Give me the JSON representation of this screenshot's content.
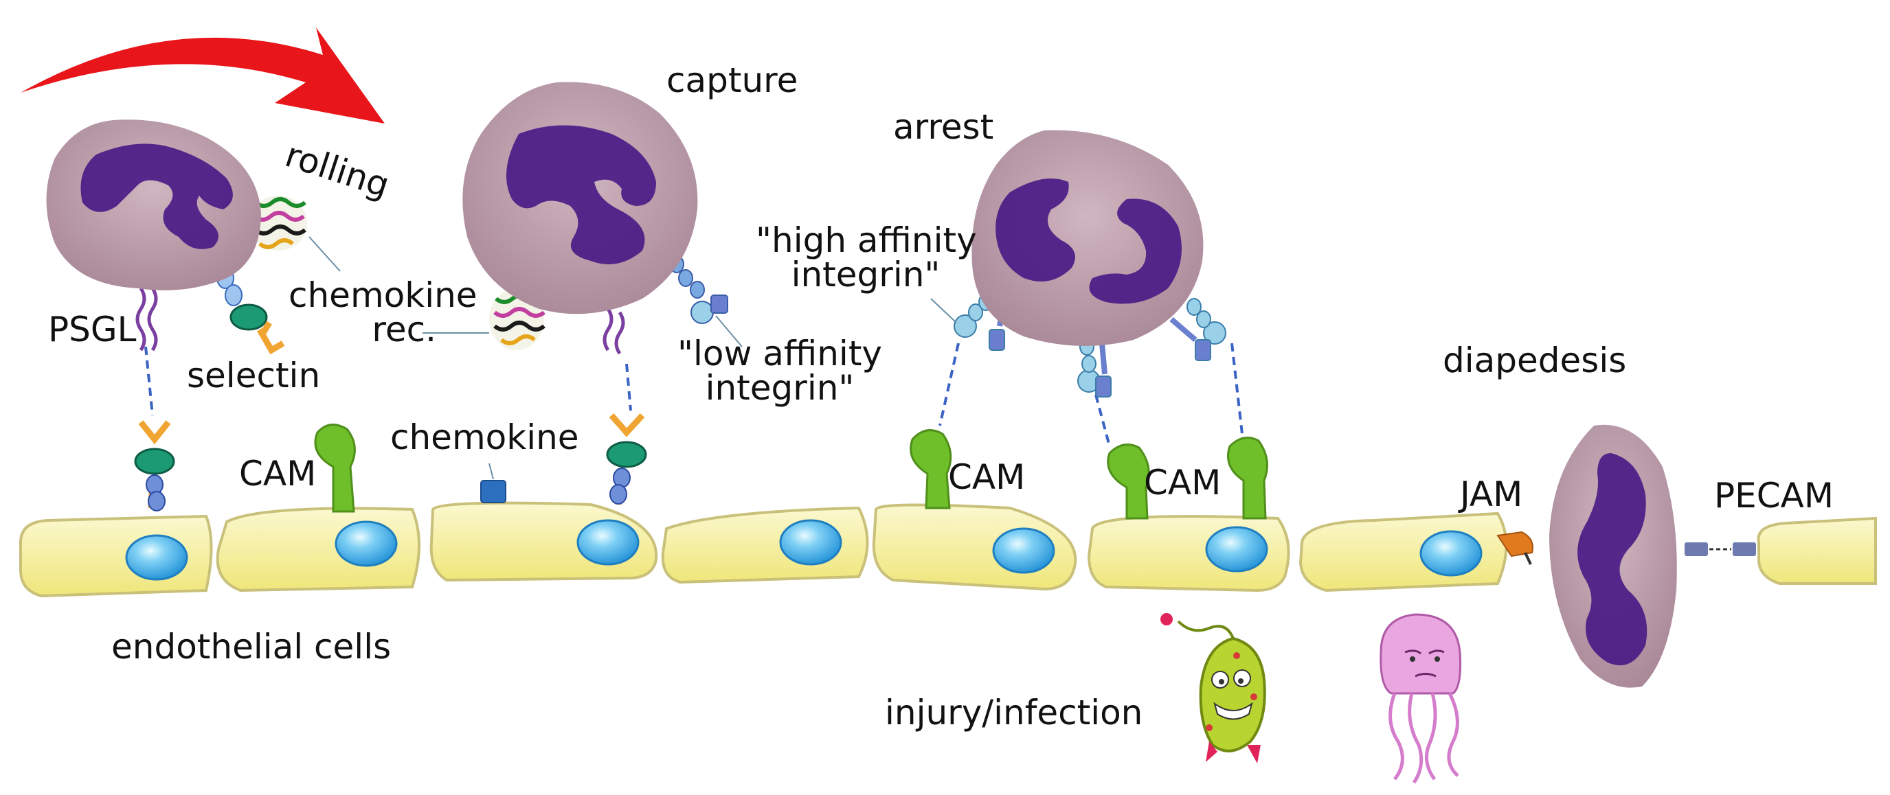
{
  "labels": {
    "rolling": "rolling",
    "capture": "capture",
    "arrest": "arrest",
    "psgl": "PSGL",
    "selectin": "selectin",
    "chemokine_rec_line1": "chemokine",
    "chemokine_rec_line2": "rec.",
    "low_affinity_line1": "\"low affinity",
    "low_affinity_line2": "integrin\"",
    "high_affinity_line1": "\"high affinity",
    "high_affinity_line2": "integrin\"",
    "cam_1": "CAM",
    "cam_2": "CAM",
    "cam_3": "CAM",
    "chemokine": "chemokine",
    "diapedesis": "diapedesis",
    "jam": "JAM",
    "pecam": "PECAM",
    "endothelial_cells": "endothelial cells",
    "injury_infection": "injury/infection"
  },
  "colors": {
    "arrow": "#e8161b",
    "leukocyte": "#b99aa8",
    "nucleus": "#4b1b86",
    "endothelial": "#f5ef9c",
    "endothelial_border": "#b9b26a",
    "endothelial_nucleus": "#3aa6e8",
    "cam": "#6fbf2a",
    "selectin": "#f0a532",
    "psgl": "#7a3fa0",
    "integrin": "#5aa9cf",
    "jam": "#e07a1f",
    "pecam": "#6c7ab0",
    "bacterium": "#b8d431",
    "jellyfish": "#e9a6e0"
  }
}
